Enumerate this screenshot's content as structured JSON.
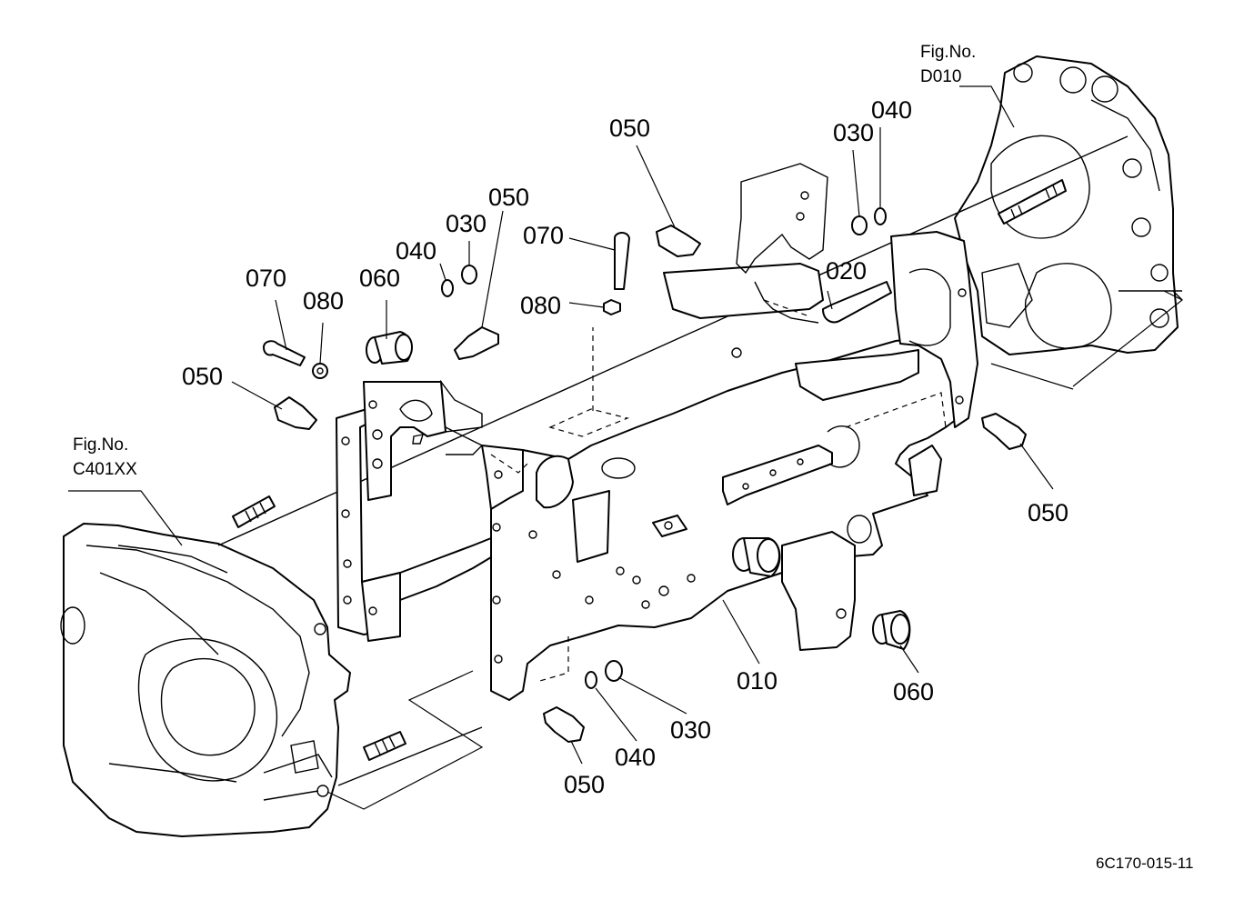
{
  "diagram_code": "6C170-015-11",
  "fig_refs": {
    "front": {
      "title": "Fig.No.",
      "code": "C401XX"
    },
    "rear": {
      "title": "Fig.No.",
      "code": "D010"
    }
  },
  "callouts": {
    "c050_top": "050",
    "c030_top": "030",
    "c040_top": "040",
    "c020": "020",
    "c070_mid": "070",
    "c080_mid": "080",
    "c050_mid": "050",
    "c030_mid": "030",
    "c040_mid": "040",
    "c060_left": "060",
    "c070_left": "070",
    "c080_left": "080",
    "c050_left": "050",
    "c050_right": "050",
    "c010": "010",
    "c060_right": "060",
    "c030_bottom": "030",
    "c040_bottom": "040",
    "c050_bottom": "050"
  }
}
